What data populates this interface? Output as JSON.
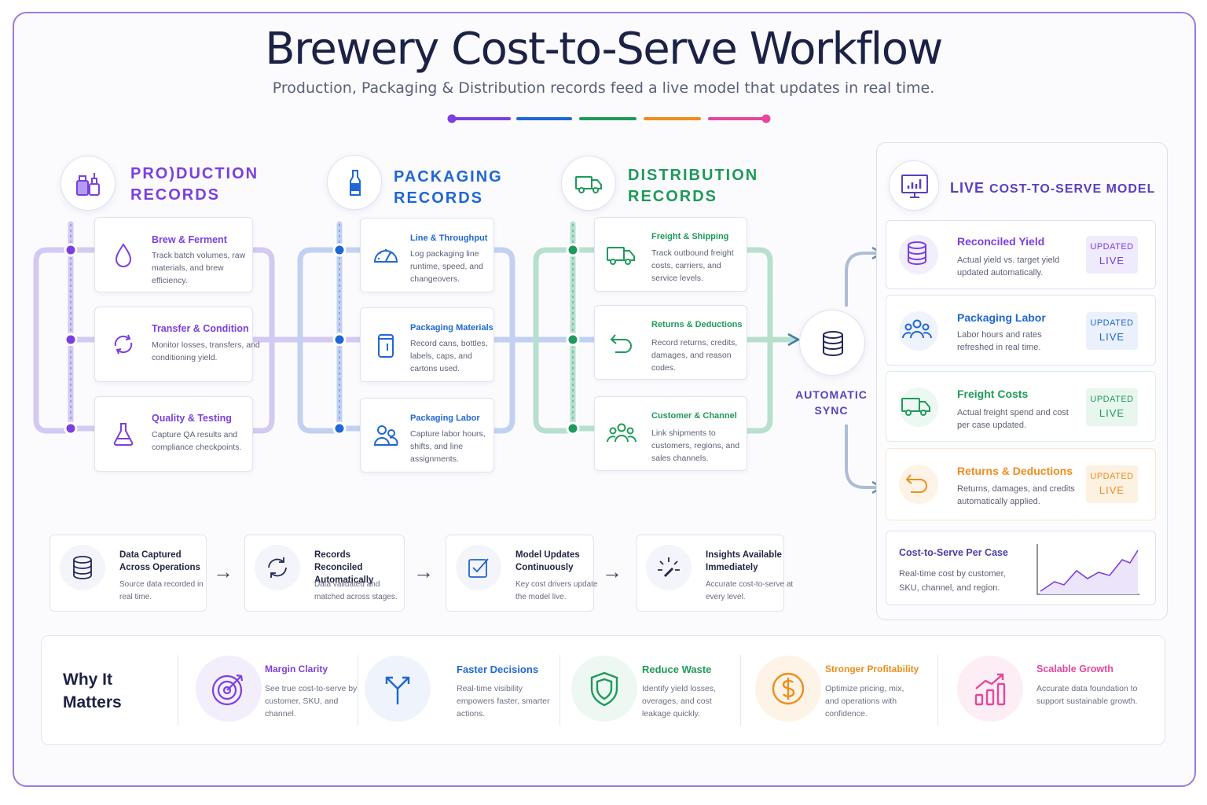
{
  "title": "Brewery Cost-to-Serve Workflow",
  "subtitle": "Production, Packaging & Distribution records feed a live model that updates in real time.",
  "colors": {
    "production": "#7b3fe0",
    "packaging": "#1f67d4",
    "distribution": "#1f9a5a",
    "orange": "#ef8d1c",
    "pink": "#e5479a"
  },
  "production": {
    "header": [
      "PRO)DUCTION",
      "RECORDS"
    ],
    "icon": "brewery-icon",
    "items": [
      {
        "title": "Brew & Ferment",
        "desc": "Track batch volumes, raw materials, and brew efficiency.",
        "icon": "drop-icon"
      },
      {
        "title": "Transfer & Condition",
        "desc": "Monitor losses, transfers, and conditioning yield.",
        "icon": "cycle-icon"
      },
      {
        "title": "Quality & Testing",
        "desc": "Capture QA results and compliance checkpoints.",
        "icon": "flask-icon"
      }
    ]
  },
  "packaging": {
    "header": [
      "PACKAGING",
      "RECORDS"
    ],
    "icon": "bottle-icon",
    "items": [
      {
        "title": "Line & Throughput",
        "desc": "Log packaging line runtime, speed, and changeovers.",
        "icon": "gauge-icon"
      },
      {
        "title": "Packaging Materials",
        "desc": "Record cans, bottles, labels, caps, and cartons used.",
        "icon": "can-icon"
      },
      {
        "title": "Packaging Labor",
        "desc": "Capture labor hours, shifts, and line assignments.",
        "icon": "people-icon"
      }
    ]
  },
  "distribution": {
    "header": [
      "DISTRIBUTION",
      "RECORDS"
    ],
    "icon": "truck-icon",
    "items": [
      {
        "title": "Freight & Shipping",
        "desc": "Track outbound freight costs, carriers, and service levels.",
        "icon": "truck-icon"
      },
      {
        "title": "Returns & Deductions",
        "desc": "Record returns, credits, damages, and reason codes.",
        "icon": "return-icon"
      },
      {
        "title": "Customer & Channel",
        "desc": "Link shipments to customers, regions, and sales channels.",
        "icon": "group-icon"
      }
    ]
  },
  "sync": {
    "label": [
      "AUTOMATIC",
      "SYNC"
    ],
    "icon": "database-icon"
  },
  "live": {
    "header": [
      "LIVE",
      "COST-TO-SERVE MODEL"
    ],
    "icon": "monitor-chart-icon",
    "items": [
      {
        "title": "Reconciled Yield",
        "desc": "Actual yield vs. target yield updated automatically.",
        "badge": [
          "UPDATED",
          "LIVE"
        ],
        "color": "#7b3fe0",
        "icon": "database-icon"
      },
      {
        "title": "Packaging Labor",
        "desc": "Labor hours and rates refreshed in real time.",
        "badge": [
          "UPDATED",
          "LIVE"
        ],
        "color": "#1f67d4",
        "icon": "people-icon"
      },
      {
        "title": "Freight Costs",
        "desc": "Actual freight spend and cost per case updated.",
        "badge": [
          "UPDATED",
          "LIVE"
        ],
        "color": "#1f9a5a",
        "icon": "truck-icon"
      },
      {
        "title": "Returns & Deductions",
        "desc": "Returns, damages, and credits automatically applied.",
        "badge": [
          "UPDATED",
          "LIVE"
        ],
        "color": "#ef8d1c",
        "icon": "return-icon"
      }
    ],
    "per_case": {
      "title": "Cost-to-Serve Per Case",
      "desc": "Real-time cost by customer, SKU, channel, and region."
    }
  },
  "steps": [
    {
      "title": "Data Captured Across Operations",
      "desc": "Source data recorded in real time.",
      "icon": "database-icon"
    },
    {
      "title": "Records Reconciled Automatically",
      "desc": "Data validated and matched across stages.",
      "icon": "refresh-icon"
    },
    {
      "title": "Model Updates Continuously",
      "desc": "Key cost drivers update the model live.",
      "icon": "checkbox-icon"
    },
    {
      "title": "Insights Available Immediately",
      "desc": "Accurate cost-to-serve at every level.",
      "icon": "spark-icon"
    }
  ],
  "step_arrow": "→",
  "why": {
    "heading": "Why It Matters",
    "items": [
      {
        "title": "Margin Clarity",
        "desc": "See true cost-to-serve by customer, SKU, and channel.",
        "color": "#7b3fe0",
        "icon": "target-icon"
      },
      {
        "title": "Faster Decisions",
        "desc": "Real-time visibility empowers faster, smarter actions.",
        "color": "#1f67d4",
        "icon": "fork-arrow-icon"
      },
      {
        "title": "Reduce Waste",
        "desc": "Identify yield losses, overages, and cost leakage quickly.",
        "color": "#1f9a5a",
        "icon": "shield-icon"
      },
      {
        "title": "Stronger Profitability",
        "desc": "Optimize pricing, mix, and operations with confidence.",
        "color": "#ef8d1c",
        "icon": "dollar-icon"
      },
      {
        "title": "Scalable Growth",
        "desc": "Accurate data foundation to support sustainable growth.",
        "color": "#e5479a",
        "icon": "growth-chart-icon"
      }
    ]
  }
}
